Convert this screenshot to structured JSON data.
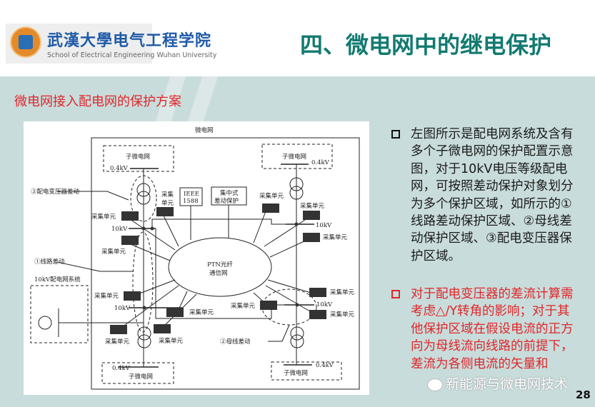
{
  "header": {
    "logo_cn": "武漢大學电气工程学院",
    "logo_en": "School of Electrical Engineering Wuhan University",
    "title": "四、微电网中的继电保护"
  },
  "subtitle": "微电网接入配电网的保护方案",
  "diagram": {
    "microgrid": "微电网",
    "sub_microgrid": "子微电网",
    "v04": "0.4kV",
    "v10": "10kV",
    "ieee_1": "IEEE",
    "ieee_2": "1588",
    "central_1": "集中式",
    "central_2": "差动保护",
    "ptn_1": "PTN光纤",
    "ptn_2": "通信网",
    "collector": "采集单元",
    "collector_1": "采集",
    "collector_2": "单元",
    "zone3": "③配电变压器差动",
    "zone1": "①线路差动",
    "zone2": "②母线差动",
    "system": "10kV配电网系统"
  },
  "bullets": [
    {
      "text": "左图所示是配电网系统及含有多个子微电网的保护配置示意图，对于10kV电压等级配电网，可按照差动保护对象划分为多个保护区域，如所示的①线路差动保护区域、②母线差动保护区域、③配电变压器保护区域。",
      "color": "#1a1a1a"
    },
    {
      "text": "对于配电变压器的差流计算需考虑△/Y转角的影响；对于其他保护区域在假设电流的正方向为母线流向线路的前提下，差流为各侧电流的矢量和",
      "color": "#e0262a"
    }
  ],
  "watermark": "新能源与微电网技术",
  "page_number": "28",
  "colors": {
    "title": "#127a70",
    "subtitle": "#e1262c",
    "band": "#c8dcdb"
  }
}
